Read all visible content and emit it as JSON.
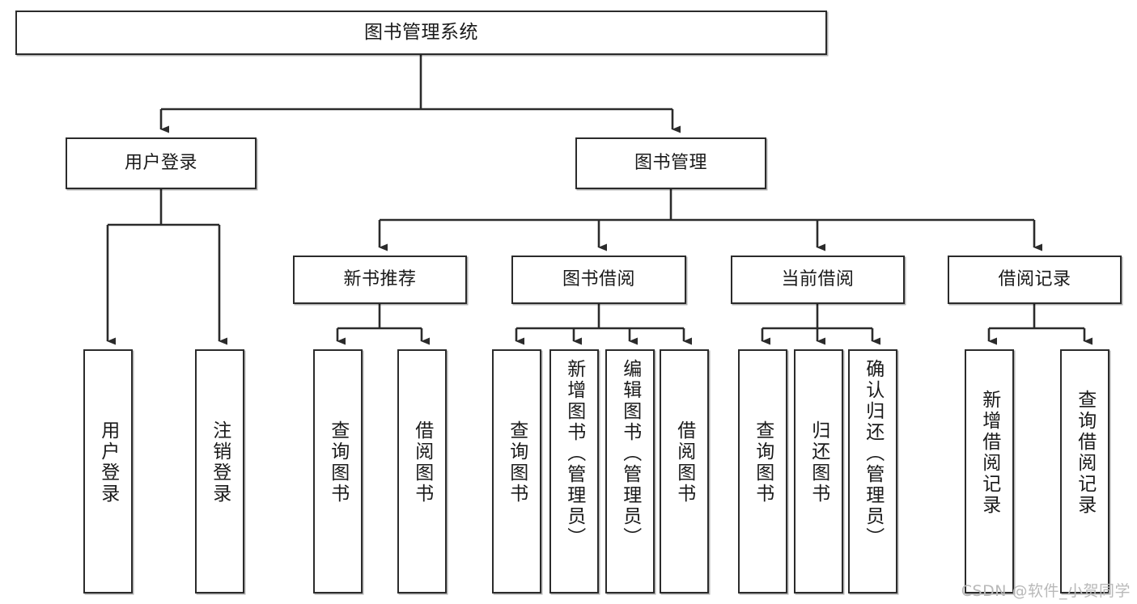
{
  "diagram": {
    "title": "图书管理系统",
    "type": "hierarchy-tree",
    "watermark": "CSDN @软件_小贺同学",
    "colors": {
      "border": "#2b2b2b",
      "background": "#ffffff",
      "text": "#1a1a1a",
      "watermark": "#b9b9b9"
    },
    "root": {
      "label": "图书管理系统"
    },
    "level2": [
      {
        "label": "用户登录"
      },
      {
        "label": "图书管理"
      }
    ],
    "level3": [
      {
        "label": "新书推荐"
      },
      {
        "label": "图书借阅"
      },
      {
        "label": "当前借阅"
      },
      {
        "label": "借阅记录"
      }
    ],
    "leaves": {
      "user_login": [
        {
          "label": "用户登录"
        },
        {
          "label": "注销登录"
        }
      ],
      "new_book": [
        {
          "label": "查询图书"
        },
        {
          "label": "借阅图书"
        }
      ],
      "book_borrow": [
        {
          "label": "查询图书"
        },
        {
          "label": "新增图书（管理员）"
        },
        {
          "label": "编辑图书（管理员）"
        },
        {
          "label": "借阅图书"
        }
      ],
      "current_borrow": [
        {
          "label": "查询图书"
        },
        {
          "label": "归还图书"
        },
        {
          "label": "确认归还（管理员）"
        }
      ],
      "borrow_record": [
        {
          "label": "新增借阅记录"
        },
        {
          "label": "查询借阅记录"
        }
      ]
    }
  }
}
